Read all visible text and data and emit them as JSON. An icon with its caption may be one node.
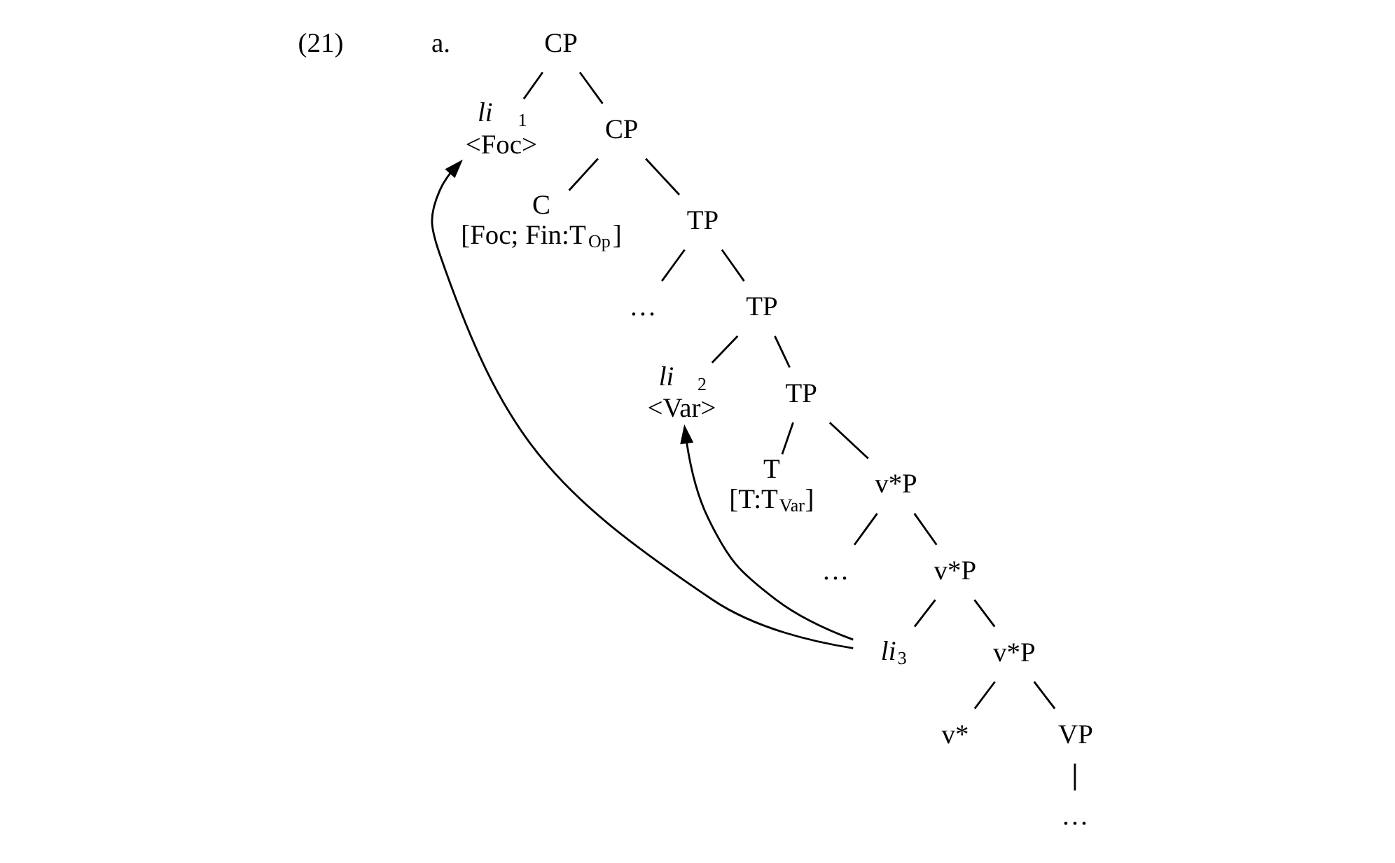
{
  "diagram": {
    "nodes": [
      {
        "text": [
          "CP"
        ]
      },
      {
        "text": [
          "*li*$_{1}$",
          "<Foc>"
        ]
      },
      {
        "text": [
          "CP"
        ]
      },
      {
        "text": [
          "C",
          "[Foc; Fin:T$_{Op}$]"
        ]
      },
      {
        "text": [
          "TP"
        ]
      },
      {
        "text": [
          "…"
        ]
      },
      {
        "text": [
          "TP"
        ]
      },
      {
        "text": [
          "*li*$_{2}$",
          "<Var>"
        ]
      },
      {
        "text": [
          "TP"
        ]
      },
      {
        "text": [
          "T",
          "[T:T$_{Var}$]"
        ]
      },
      {
        "text": [
          "v*P"
        ]
      },
      {
        "text": [
          "…"
        ]
      },
      {
        "text": [
          "v*P"
        ]
      },
      {
        "text": [
          "*li*$_{3}$"
        ]
      },
      {
        "text": [
          "v*P"
        ]
      },
      {
        "text": [
          "v*"
        ]
      },
      {
        "text": [
          "VP"
        ]
      },
      {
        "text": [
          "…"
        ]
      }
    ],
    "edges": [
      {
        "from": 0,
        "to": 1,
        "arrow": "none"
      },
      {
        "from": 0,
        "to": 2,
        "arrow": "none"
      },
      {
        "from": 2,
        "to": 3,
        "arrow": "none"
      },
      {
        "from": 2,
        "to": 4,
        "arrow": "none"
      },
      {
        "from": 4,
        "to": 5,
        "arrow": "none"
      },
      {
        "from": 4,
        "to": 6,
        "arrow": "none"
      },
      {
        "from": 6,
        "to": 7,
        "arrow": "none"
      },
      {
        "from": 6,
        "to": 8,
        "arrow": "none"
      },
      {
        "from": 8,
        "to": 9,
        "arrow": "none"
      },
      {
        "from": 8,
        "to": 10,
        "arrow": "none"
      },
      {
        "from": 10,
        "to": 11,
        "arrow": "none"
      },
      {
        "from": 10,
        "to": 12,
        "arrow": "none"
      },
      {
        "from": 12,
        "to": 13,
        "arrow": "none"
      },
      {
        "from": 12,
        "to": 14,
        "arrow": "none"
      },
      {
        "from": 14,
        "to": 15,
        "arrow": "none"
      },
      {
        "from": 14,
        "to": 16,
        "arrow": "none"
      },
      {
        "from": 16,
        "to": 17,
        "arrow": "none"
      },
      {
        "from": 13,
        "to": 1,
        "arrow": "to"
      },
      {
        "from": 13,
        "to": 7,
        "arrow": "to"
      }
    ],
    "labels": [
      "(21)",
      "a."
    ]
  }
}
